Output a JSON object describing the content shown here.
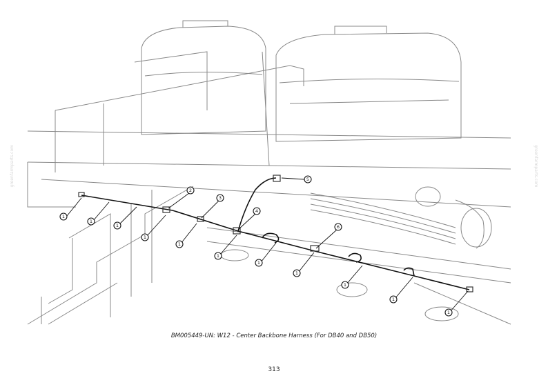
{
  "figure": {
    "caption": "BM005449-UN: W12 - Center Backbone Harness (For DB40 and DB50)",
    "callouts": [
      {
        "label": "1"
      },
      {
        "label": "1"
      },
      {
        "label": "1"
      },
      {
        "label": "1"
      },
      {
        "label": "1"
      },
      {
        "label": "1"
      },
      {
        "label": "1"
      },
      {
        "label": "1"
      },
      {
        "label": "1"
      },
      {
        "label": "1"
      },
      {
        "label": "1"
      },
      {
        "label": "2"
      },
      {
        "label": "3"
      },
      {
        "label": "4"
      },
      {
        "label": "5"
      },
      {
        "label": "6"
      }
    ]
  },
  "page": {
    "number": "313"
  },
  "watermark": {
    "text": "greenfarmparts.com"
  }
}
